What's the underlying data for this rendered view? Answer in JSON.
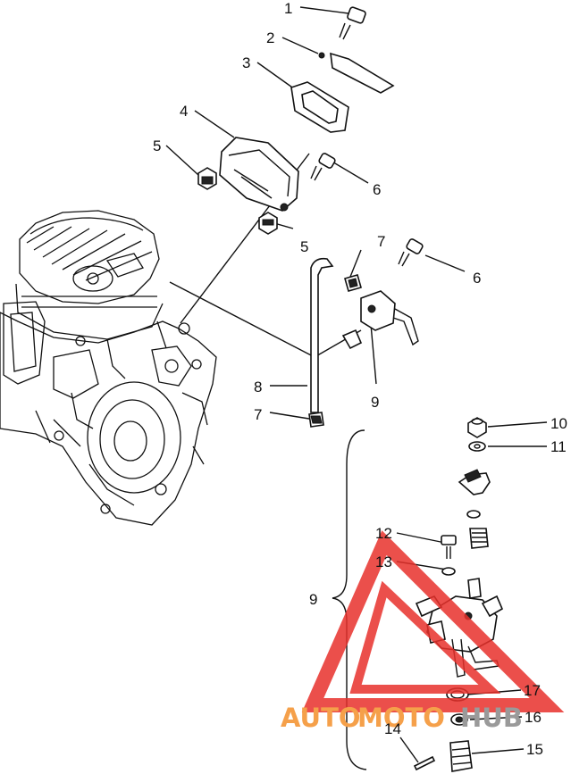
{
  "callouts": [
    {
      "id": "1",
      "label": "1"
    },
    {
      "id": "2",
      "label": "2"
    },
    {
      "id": "3",
      "label": "3"
    },
    {
      "id": "4",
      "label": "4"
    },
    {
      "id": "5a",
      "label": "5"
    },
    {
      "id": "6a",
      "label": "6"
    },
    {
      "id": "5b",
      "label": "5"
    },
    {
      "id": "7a",
      "label": "7"
    },
    {
      "id": "6b",
      "label": "6"
    },
    {
      "id": "8",
      "label": "8"
    },
    {
      "id": "9a",
      "label": "9"
    },
    {
      "id": "7b",
      "label": "7"
    },
    {
      "id": "10",
      "label": "10"
    },
    {
      "id": "11",
      "label": "11"
    },
    {
      "id": "12",
      "label": "12"
    },
    {
      "id": "13",
      "label": "13"
    },
    {
      "id": "9b",
      "label": "9"
    },
    {
      "id": "17",
      "label": "17"
    },
    {
      "id": "16",
      "label": "16"
    },
    {
      "id": "14",
      "label": "14"
    },
    {
      "id": "15",
      "label": "15"
    }
  ],
  "watermark": {
    "part1": "AUTO",
    "part2": "MOTO",
    "part3": "HUB",
    "color_orange": "#f5a04a",
    "color_gray": "#9a9a9a",
    "triangle_color": "#e8312c"
  }
}
